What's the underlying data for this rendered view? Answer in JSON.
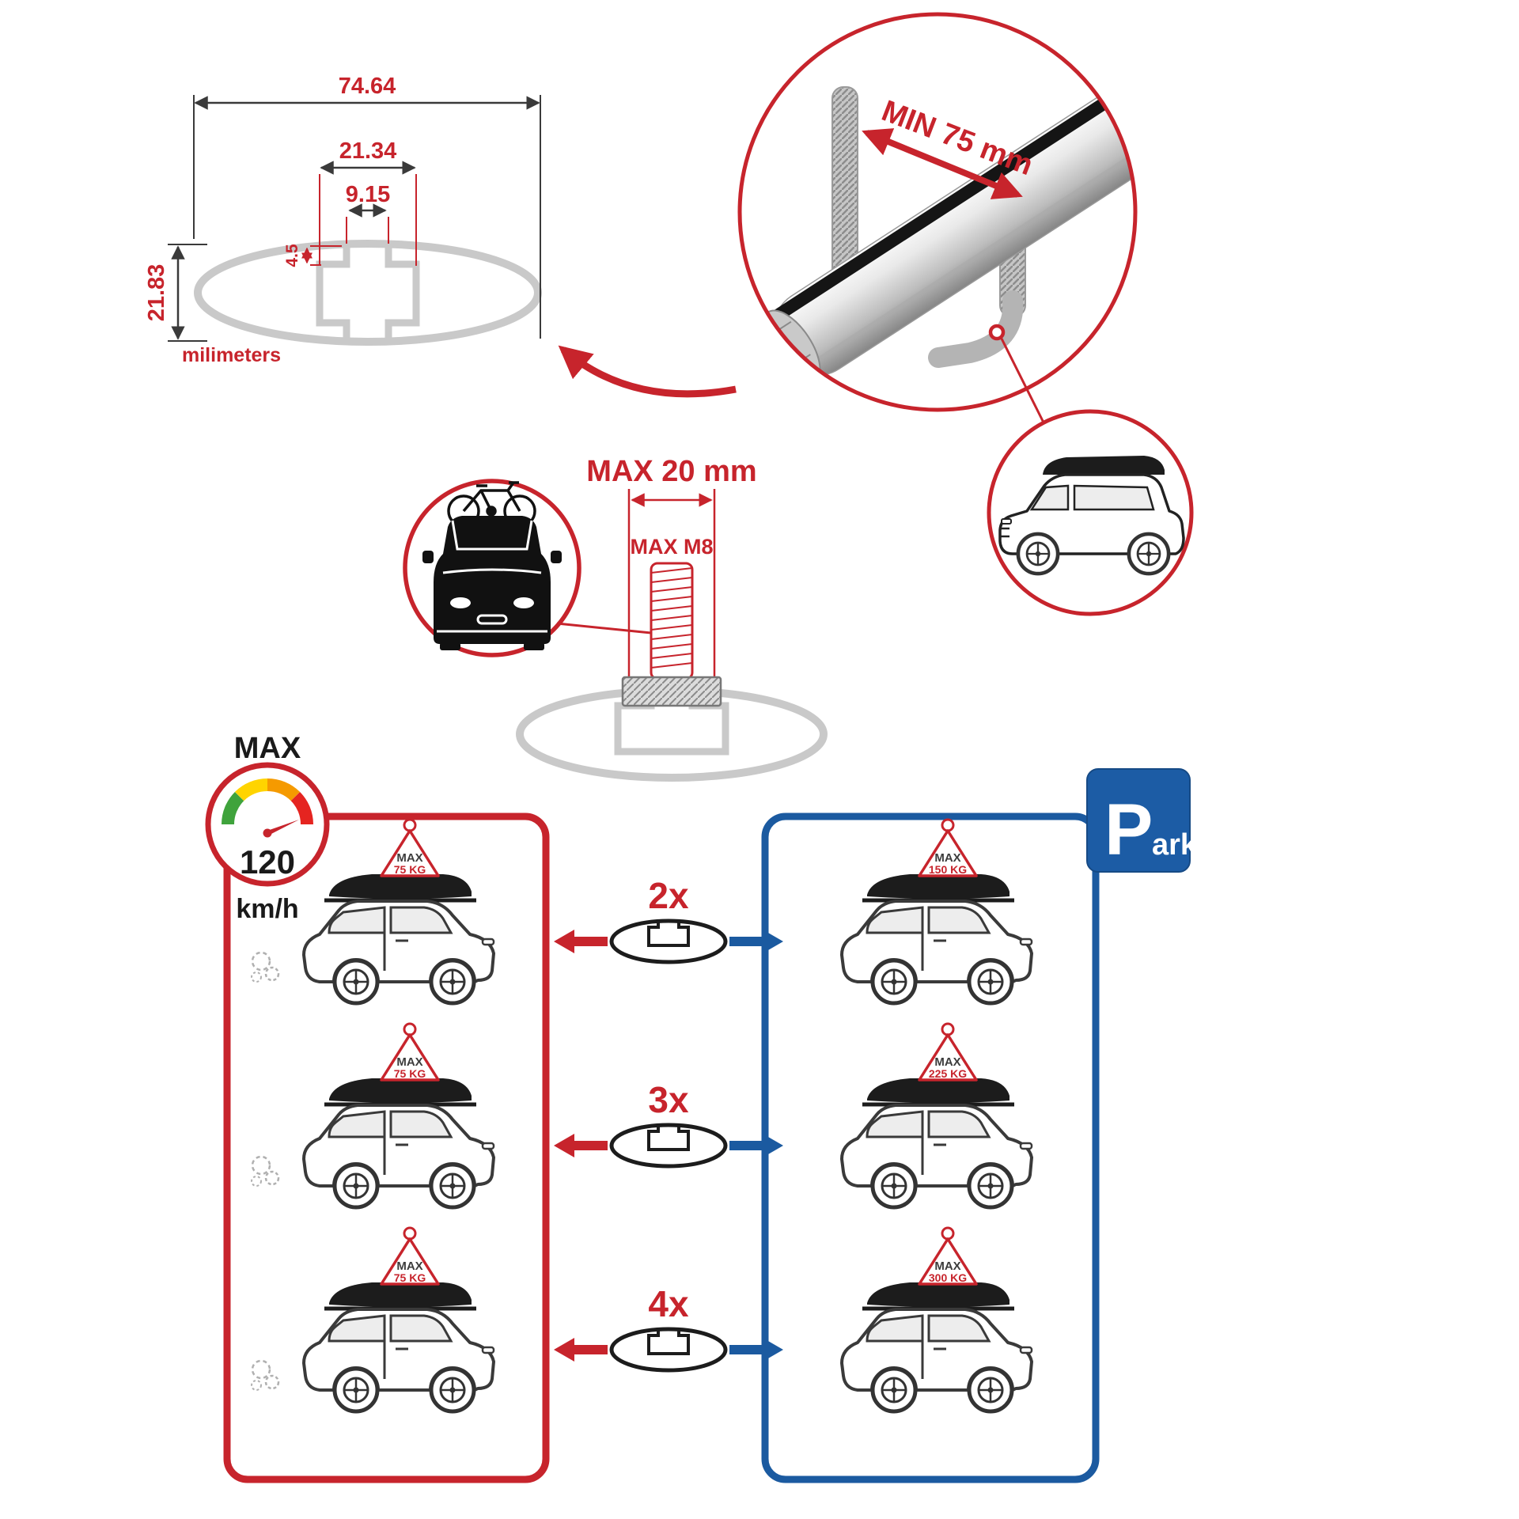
{
  "colors": {
    "red": "#c7242c",
    "blue": "#1b5aa0",
    "profile_gray": "#c9c9c9",
    "dark": "#3a3a3a",
    "park_blue": "#1c5ca5"
  },
  "profile_dimensions": {
    "total_width": "74.64",
    "channel_width": "21.34",
    "slot_opening": "9.15",
    "lip_depth": "4.5",
    "height": "21.83",
    "unit_label": "milimeters"
  },
  "crossbar_detail": {
    "min_span_label": "MIN 75 mm"
  },
  "bolt_detail": {
    "max_width_label": "MAX 20 mm",
    "max_thread_label": "MAX M8"
  },
  "speed_gauge": {
    "label": "MAX",
    "value": "120",
    "unit": "km/h"
  },
  "load_comparison": {
    "multipliers": [
      "2x",
      "3x",
      "4x"
    ],
    "moving_cars": [
      {
        "label": "MAX",
        "value": "75 KG"
      },
      {
        "label": "MAX",
        "value": "75 KG"
      },
      {
        "label": "MAX",
        "value": "75 KG"
      }
    ],
    "parked_cars": [
      {
        "label": "MAX",
        "value": "150 KG"
      },
      {
        "label": "MAX",
        "value": "225 KG"
      },
      {
        "label": "MAX",
        "value": "300 KG"
      }
    ],
    "park_sign": {
      "letter": "P",
      "rest": "ark"
    }
  }
}
